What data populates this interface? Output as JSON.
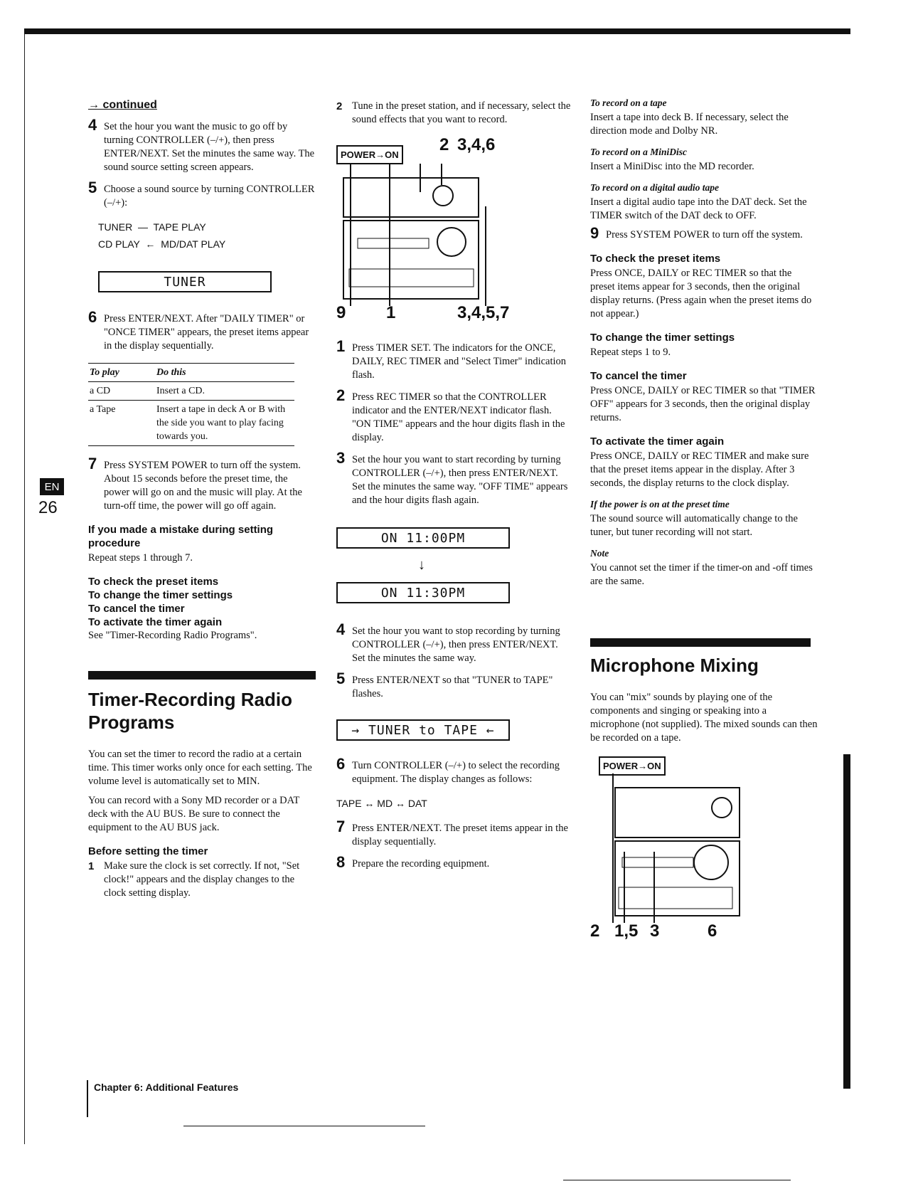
{
  "page": {
    "lang_badge": "EN",
    "number": "26",
    "chapter": "Chapter 6:  Additional Features"
  },
  "col1": {
    "continued": "→ continued",
    "step4": {
      "n": "4",
      "text": "Set the hour you want the music to go off by turning CONTROLLER (–/+), then press ENTER/NEXT. Set the minutes the same way. The sound source setting screen appears."
    },
    "step5": {
      "n": "5",
      "text": "Choose a sound source by turning CONTROLLER (–/+):"
    },
    "sources": {
      "a": "TUNER",
      "b": "TAPE PLAY",
      "c": "CD PLAY",
      "d": "MD/DAT PLAY"
    },
    "lcd_tuner": "TUNER",
    "step6": {
      "n": "6",
      "text": "Press ENTER/NEXT. After \"DAILY TIMER\" or \"ONCE TIMER\" appears, the preset items appear in the display sequentially."
    },
    "table": {
      "head": [
        "To play",
        "Do this"
      ],
      "rows": [
        [
          "a CD",
          "Insert a CD."
        ],
        [
          "a Tape",
          "Insert a tape in deck A or B with the side you want to play facing towards you."
        ]
      ]
    },
    "step7": {
      "n": "7",
      "text": "Press SYSTEM POWER to turn off the system. About 15 seconds before the preset time, the power will go on and the music will play. At the turn-off time, the power will go off again."
    },
    "mistake_head": "If you made a mistake during setting procedure",
    "mistake_text": "Repeat steps 1 through 7.",
    "links": [
      "To check the preset items",
      "To change the timer settings",
      "To cancel the timer",
      "To activate the timer again"
    ],
    "links_see": "See \"Timer-Recording Radio Programs\".",
    "section_title": "Timer-Recording Radio Programs",
    "intro1": "You can set the timer to record the radio at a certain time. This timer works only once for each setting. The volume level is automatically set to MIN.",
    "intro2": "You can record with a Sony MD recorder or a DAT deck with the AU BUS. Be sure to connect the equipment to the AU BUS jack.",
    "before_head": "Before setting the timer",
    "before1": {
      "n": "1",
      "text": "Make sure the clock is set correctly. If not, \"Set clock!\" appears and the display changes to the clock setting display."
    }
  },
  "col2": {
    "step2a": {
      "n": "2",
      "text": "Tune in the preset station, and if necessary, select the sound effects that you want to record."
    },
    "diagram_top": {
      "button": "POWER→ON",
      "c1": "2",
      "c2": "3,4,6",
      "c3": "9",
      "c4": "1",
      "c5": "3,4,5,7"
    },
    "step1": {
      "n": "1",
      "text": "Press TIMER SET. The indicators for the ONCE, DAILY, REC TIMER and \"Select Timer\" indication flash."
    },
    "step2": {
      "n": "2",
      "text": "Press REC TIMER so that the CONTROLLER indicator and the ENTER/NEXT indicator flash. \"ON TIME\" appears and the hour digits flash in the display."
    },
    "step3": {
      "n": "3",
      "text": "Set the hour you want to start recording by turning CONTROLLER (–/+), then press ENTER/NEXT. Set the minutes the same way. \"OFF TIME\" appears and the hour digits flash again."
    },
    "lcd_on1": "ON  11:00PM",
    "lcd_on2": "ON  11:30PM",
    "step4": {
      "n": "4",
      "text": "Set the hour you want to stop recording by turning CONTROLLER (–/+), then press ENTER/NEXT. Set the minutes the same way."
    },
    "step5": {
      "n": "5",
      "text": "Press ENTER/NEXT so that \"TUNER to TAPE\" flashes."
    },
    "lcd_tuner_tape": "→ TUNER to TAPE ←",
    "step6": {
      "n": "6",
      "text": "Turn CONTROLLER (–/+) to select the recording equipment. The display changes as follows:"
    },
    "equip": "TAPE ↔ MD ↔ DAT",
    "step7": {
      "n": "7",
      "text": "Press ENTER/NEXT. The preset items appear in the display sequentially."
    },
    "step8": {
      "n": "8",
      "text": "Prepare the recording equipment."
    }
  },
  "col3": {
    "rec_tape_head": "To record on a tape",
    "rec_tape_text": "Insert a tape into deck B. If necessary, select the direction mode and Dolby NR.",
    "rec_md_head": "To record on a MiniDisc",
    "rec_md_text": "Insert a MiniDisc into the MD recorder.",
    "rec_dat_head": "To record on a digital audio tape",
    "rec_dat_text": "Insert a digital audio tape into the DAT deck. Set the TIMER switch of the DAT deck to OFF.",
    "step9": {
      "n": "9",
      "text": "Press SYSTEM POWER to turn off the system."
    },
    "check_head": "To check the preset items",
    "check_text": "Press ONCE, DAILY or REC TIMER so that the preset items appear for 3 seconds, then the original display returns. (Press again when the preset items do not appear.)",
    "change_head": "To change the timer settings",
    "change_text": "Repeat steps 1 to 9.",
    "cancel_head": "To cancel the timer",
    "cancel_text": "Press ONCE, DAILY or REC TIMER so that \"TIMER OFF\" appears for 3 seconds, then the original display returns.",
    "activate_head": "To activate the timer again",
    "activate_text": "Press ONCE, DAILY or REC TIMER and make sure that the preset items appear in the display. After 3 seconds, the display returns to the clock display.",
    "power_head": "If the power is on at the preset time",
    "power_text": "The sound source will automatically change to the tuner, but tuner recording will not start.",
    "note_head": "Note",
    "note_text": "You cannot set the timer if the timer-on and -off times are the same.",
    "section_title": "Microphone Mixing",
    "mix_text": "You can \"mix\" sounds by playing one of the components and singing or speaking into a microphone (not supplied). The mixed sounds can then be recorded on a tape.",
    "diagram_bottom": {
      "button": "POWER→ON",
      "c1": "2",
      "c2": "1,5",
      "c3": "3",
      "c4": "6"
    }
  }
}
